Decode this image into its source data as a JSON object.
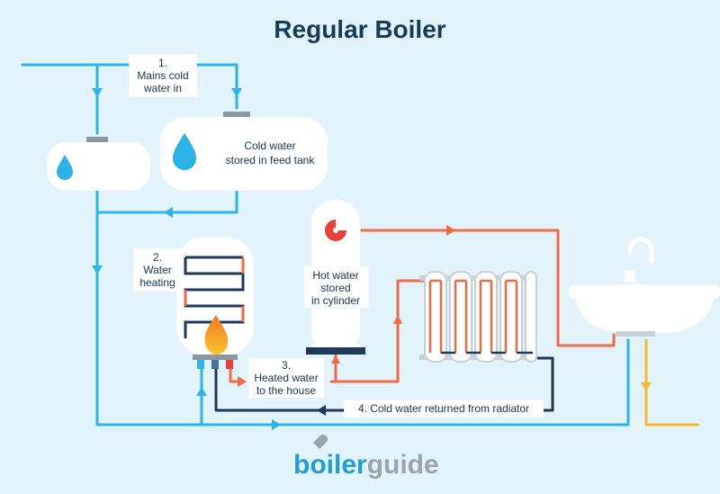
{
  "title": "Regular Boiler",
  "labels": {
    "mains": [
      "1.",
      "Mains cold",
      "water in"
    ],
    "feed_tank": [
      "Cold water",
      "stored in feed tank"
    ],
    "water_heating": [
      "2.",
      "Water",
      "heating"
    ],
    "cylinder": [
      "Hot water",
      "stored",
      "in cylinder"
    ],
    "heated_water": [
      "3.",
      "Heated water",
      "to the house"
    ],
    "cold_return": "4. Cold water returned from radiator"
  },
  "logo": {
    "part1": "boiler",
    "part2": "guide"
  },
  "colors": {
    "background": "#e3f3fb",
    "cold_pipe": "#29b6e8",
    "hot_pipe": "#f06a45",
    "return_pipe": "#1d3a5a",
    "tap_water": "#f7b92e",
    "tank": "#ffffff",
    "text": "#1a3550",
    "logo_blue": "#1e9fd4",
    "logo_grey": "#9aa4ad"
  },
  "icons": [
    "water-drop-icon",
    "thermometer-gauge-icon",
    "flame-icon",
    "wrench-icon",
    "arrow-icon"
  ]
}
